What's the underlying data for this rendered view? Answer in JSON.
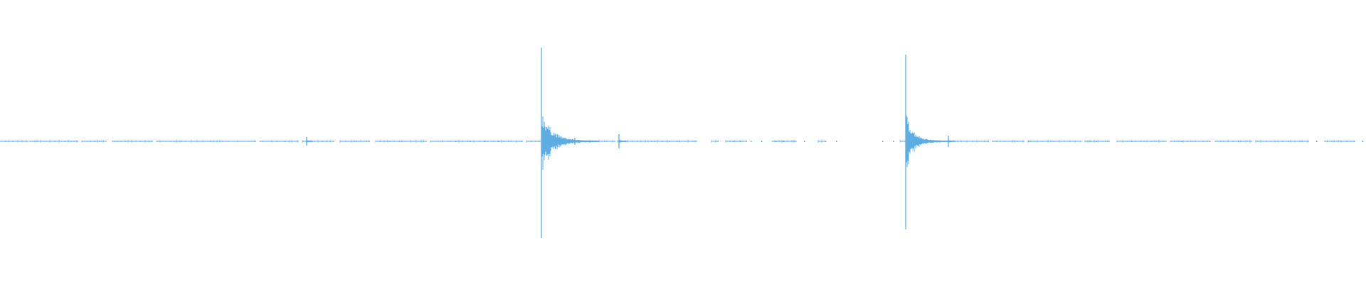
{
  "chart_data": {
    "type": "line",
    "title": "",
    "xlabel": "",
    "ylabel": "",
    "xlim": [
      0,
      1920
    ],
    "ylim": [
      -1,
      1
    ],
    "grid": false,
    "legend": "none",
    "color": "#5dade2",
    "baseline": 0,
    "series": [
      {
        "values_note_free": true,
        "segments": [
          [
            0,
            40
          ],
          [
            42,
            110
          ],
          [
            115,
            150
          ],
          [
            158,
            215
          ],
          [
            220,
            360
          ],
          [
            365,
            420
          ],
          [
            425,
            470
          ],
          [
            478,
            520
          ],
          [
            528,
            600
          ],
          [
            605,
            735
          ],
          [
            740,
            760
          ],
          [
            808,
            865
          ],
          [
            868,
            980
          ],
          [
            1000,
            1010
          ],
          [
            1020,
            1050
          ],
          [
            1085,
            1120
          ],
          [
            1150,
            1160
          ],
          [
            1265,
            1390
          ],
          [
            1395,
            1440
          ],
          [
            1445,
            1520
          ],
          [
            1525,
            1560
          ],
          [
            1570,
            1640
          ],
          [
            1645,
            1700
          ],
          [
            1708,
            1760
          ],
          [
            1765,
            1840
          ],
          [
            1862,
            1905
          ]
        ],
        "dots": [
          400,
          640,
          660,
          680,
          700,
          820,
          840,
          1030,
          1040,
          1055,
          1070,
          1090,
          1100,
          1130,
          1160,
          1175,
          1240,
          1255,
          1445,
          1540,
          1590,
          1660,
          1700,
          1740,
          1850,
          1915
        ],
        "events": [
          {
            "x": 761,
            "peak": 0.66,
            "trough": -0.68,
            "decay": 80
          },
          {
            "x": 1273,
            "peak": 0.61,
            "trough": -0.62,
            "decay": 60
          },
          {
            "x": 870,
            "peak": 0.05,
            "trough": -0.05,
            "decay": 10
          },
          {
            "x": 1333,
            "peak": 0.04,
            "trough": -0.04,
            "decay": 10
          },
          {
            "x": 431,
            "peak": 0.03,
            "trough": -0.03,
            "decay": 8
          },
          {
            "x": 808,
            "peak": 0.025,
            "trough": -0.025,
            "decay": 8
          }
        ]
      }
    ]
  }
}
